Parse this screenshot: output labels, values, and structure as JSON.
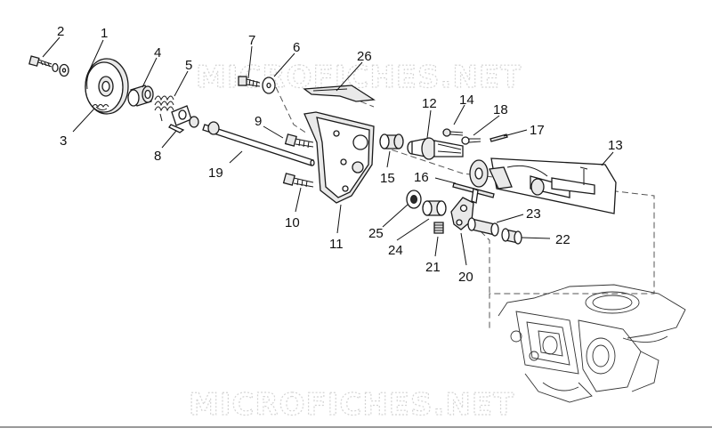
{
  "watermark": "MICROFICHES.NET",
  "callouts": [
    {
      "id": "c1",
      "text": "1"
    },
    {
      "id": "c2",
      "text": "2"
    },
    {
      "id": "c3",
      "text": "3"
    },
    {
      "id": "c4",
      "text": "4"
    },
    {
      "id": "c5",
      "text": "5"
    },
    {
      "id": "c6",
      "text": "6"
    },
    {
      "id": "c7",
      "text": "7"
    },
    {
      "id": "c8",
      "text": "8"
    },
    {
      "id": "c9",
      "text": "9"
    },
    {
      "id": "c10",
      "text": "10"
    },
    {
      "id": "c11",
      "text": "11"
    },
    {
      "id": "c12",
      "text": "12"
    },
    {
      "id": "c13",
      "text": "13"
    },
    {
      "id": "c14",
      "text": "14"
    },
    {
      "id": "c15",
      "text": "15"
    },
    {
      "id": "c16",
      "text": "16"
    },
    {
      "id": "c17",
      "text": "17"
    },
    {
      "id": "c18",
      "text": "18"
    },
    {
      "id": "c19",
      "text": "19"
    },
    {
      "id": "c20",
      "text": "20"
    },
    {
      "id": "c21",
      "text": "21"
    },
    {
      "id": "c22",
      "text": "22"
    },
    {
      "id": "c23",
      "text": "23"
    },
    {
      "id": "c24",
      "text": "24"
    },
    {
      "id": "c25",
      "text": "25"
    },
    {
      "id": "c26",
      "text": "26"
    }
  ]
}
